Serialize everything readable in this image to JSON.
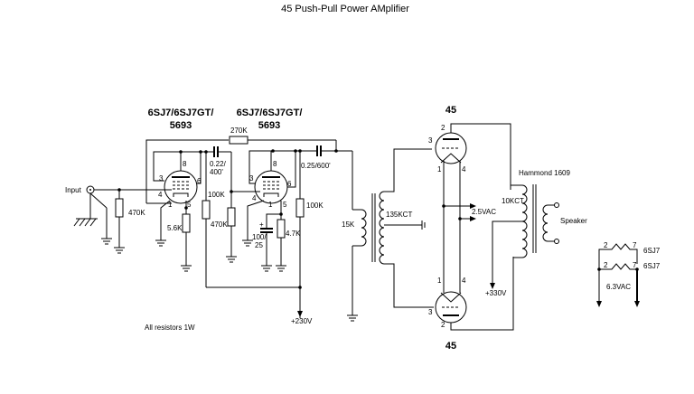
{
  "title": "45 Push-Pull Power AMplifier",
  "stage1": {
    "tube_label_line1": "6SJ7/6SJ7GT/",
    "tube_label_line2": "5693",
    "pins": [
      "8",
      "3",
      "6",
      "4",
      "1",
      "5"
    ],
    "input_label": "Input",
    "grid_resistor": "470K",
    "cathode_resistor": "5.6K",
    "plate_resistor": "100K",
    "coupling_cap_line1": "0.22/",
    "coupling_cap_line2": "400'"
  },
  "stage2": {
    "tube_label_line1": "6SJ7/6SJ7GT/",
    "tube_label_line2": "5693",
    "pins": [
      "8",
      "3",
      "6",
      "4",
      "1",
      "5"
    ],
    "grid_resistor": "470K",
    "cathode_resistor": "4.7K",
    "bypass_cap_line1": "100/",
    "bypass_cap_line2": "25",
    "plate_resistor": "100K",
    "coupling_cap": "0.25/600'"
  },
  "feedback_resistor": "270K",
  "driver_transformer": {
    "primary": "15K",
    "secondary": "135KCT"
  },
  "output_tubes": {
    "label": "45",
    "top_pins": [
      "2",
      "3",
      "1",
      "4"
    ],
    "bottom_pins": [
      "1",
      "4",
      "3",
      "2"
    ],
    "filament": "2.5VAC"
  },
  "output_transformer": {
    "name": "Hammond 1609",
    "primary": "10KCT",
    "secondary_label": "Speaker"
  },
  "supply": {
    "b_plus_low": "+230V",
    "b_plus_high": "+330V"
  },
  "heater": {
    "tube_a": "6SJ7",
    "tube_b": "6SJ7",
    "pin_left": "2",
    "pin_right": "7",
    "voltage": "6.3VAC"
  },
  "note": "All resistors 1W"
}
